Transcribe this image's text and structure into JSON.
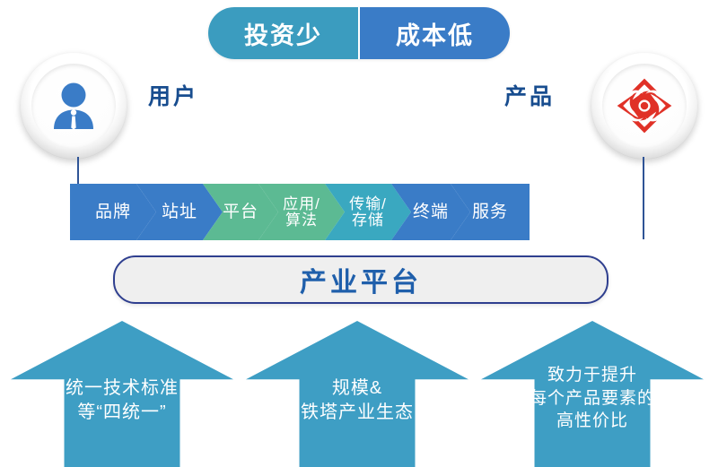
{
  "badge": {
    "left_label": "投资少",
    "right_label": "成本低",
    "left_color": "#3b9cbf",
    "right_color": "#3a7cc7"
  },
  "nodes": {
    "left": {
      "label": "用户",
      "icon": "user-person-icon",
      "color": "#3a7cc7"
    },
    "right": {
      "label": "产品",
      "icon": "china-tower-diamond-logo",
      "color": "#e03127"
    }
  },
  "chain": {
    "segments": [
      {
        "label": "品牌",
        "color": "#3a7cc7"
      },
      {
        "label": "站址",
        "color": "#3a7cc7"
      },
      {
        "label": "平台",
        "color": "#5cba93"
      },
      {
        "label": "应用/\n算法",
        "line1": "应用/",
        "line2": "算法",
        "color": "#5cba93"
      },
      {
        "label": "传输/\n存储",
        "line1": "传输/",
        "line2": "存储",
        "color": "#3aa8c0"
      },
      {
        "label": "终端",
        "color": "#3a7cc7"
      },
      {
        "label": "服务",
        "color": "#3a7cc7"
      }
    ]
  },
  "platform": {
    "label": "产业平台",
    "text_color": "#1f5fab",
    "border_color": "#2f3f8f",
    "fill_color": "#efefef"
  },
  "pillars": {
    "color": "#3e9ec4",
    "items": [
      {
        "line1": "统一技术标准",
        "line2": "等“四统一”",
        "line3": ""
      },
      {
        "line1": "规模&",
        "line2": "铁塔产业生态",
        "line3": ""
      },
      {
        "line1": "致力于提升",
        "line2": "每个产品要素的",
        "line3": "高性价比"
      }
    ]
  }
}
